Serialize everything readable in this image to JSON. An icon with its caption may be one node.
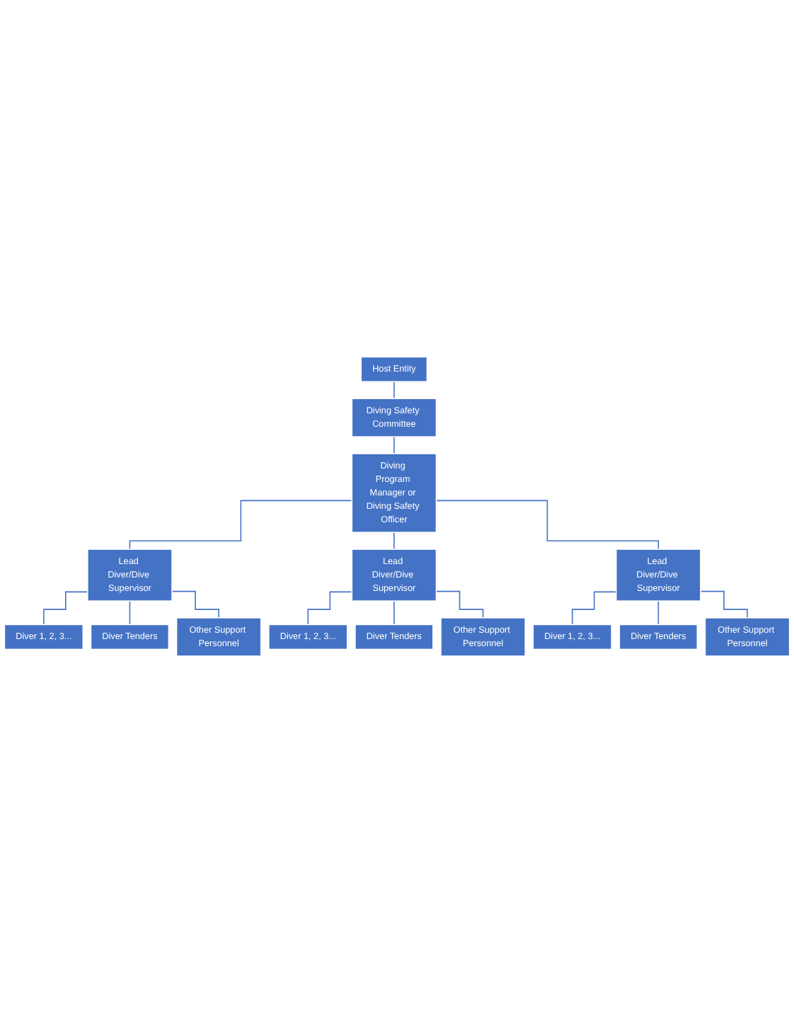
{
  "diagram": {
    "nodes": [
      {
        "text": [
          "Host Entity"
        ]
      },
      {
        "text": [
          "Diving Safety Committee"
        ]
      },
      {
        "text": [
          "Diving Program Manager or Diving Safety Officer"
        ]
      },
      {
        "text": [
          "Lead Diver/Dive Supervisor"
        ]
      },
      {
        "text": [
          "Diver 1, 2, 3..."
        ]
      },
      {
        "text": [
          "Diver Tenders"
        ]
      },
      {
        "text": [
          "Other Support Personnel"
        ]
      },
      {
        "text": [
          "Lead Diver/Dive Supervisor"
        ]
      },
      {
        "text": [
          "Diver 1, 2, 3..."
        ]
      },
      {
        "text": [
          "Diver Tenders"
        ]
      },
      {
        "text": [
          "Other Support Personnel"
        ]
      },
      {
        "text": [
          "Lead Diver/Dive Supervisor"
        ]
      },
      {
        "text": [
          "Diver 1, 2, 3..."
        ]
      },
      {
        "text": [
          "Diver Tenders"
        ]
      },
      {
        "text": [
          "Other Support Personnel"
        ]
      }
    ],
    "edges": [
      {
        "from": 0,
        "to": 1,
        "arrow": "none"
      },
      {
        "from": 1,
        "to": 2,
        "arrow": "none"
      },
      {
        "from": 2,
        "to": 3,
        "arrow": "none"
      },
      {
        "from": 2,
        "to": 7,
        "arrow": "none"
      },
      {
        "from": 2,
        "to": 11,
        "arrow": "none"
      },
      {
        "from": 3,
        "to": 4,
        "arrow": "none"
      },
      {
        "from": 3,
        "to": 5,
        "arrow": "none"
      },
      {
        "from": 3,
        "to": 6,
        "arrow": "none"
      },
      {
        "from": 7,
        "to": 8,
        "arrow": "none"
      },
      {
        "from": 7,
        "to": 9,
        "arrow": "none"
      },
      {
        "from": 7,
        "to": 10,
        "arrow": "none"
      },
      {
        "from": 11,
        "to": 12,
        "arrow": "none"
      },
      {
        "from": 11,
        "to": 13,
        "arrow": "none"
      },
      {
        "from": 11,
        "to": 14,
        "arrow": "none"
      }
    ]
  }
}
